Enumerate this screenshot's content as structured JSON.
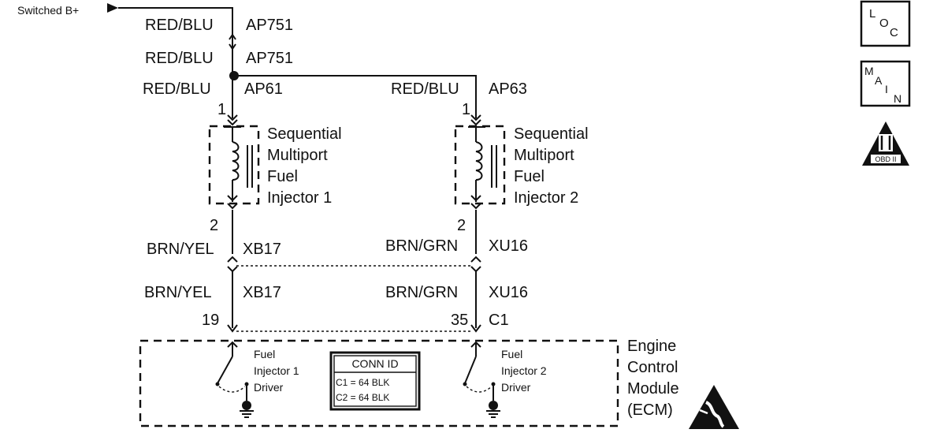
{
  "source": {
    "label": "Switched B+"
  },
  "wires": {
    "top_color": "RED/BLU",
    "top_circuit": "AP751",
    "top2_color": "RED/BLU",
    "top2_circuit": "AP751",
    "left_color": "RED/BLU",
    "left_circuit": "AP61",
    "right_color": "RED/BLU",
    "right_circuit": "AP63",
    "inj1_low_color": "BRN/YEL",
    "inj1_low_circuit": "XB17",
    "inj1_low2_color": "BRN/YEL",
    "inj1_low2_circuit": "XB17",
    "inj2_low_color": "BRN/GRN",
    "inj2_low_circuit": "XU16",
    "inj2_low2_color": "BRN/GRN",
    "inj2_low2_circuit": "XU16"
  },
  "pins": {
    "inj1_top": "1",
    "inj1_bottom": "2",
    "inj2_top": "1",
    "inj2_bottom": "2",
    "ecm_left": "19",
    "ecm_right": "35",
    "ecm_connector": "C1"
  },
  "injector1": {
    "lines": [
      "Sequential",
      "Multiport",
      "Fuel",
      "Injector 1"
    ]
  },
  "injector2": {
    "lines": [
      "Sequential",
      "Multiport",
      "Fuel",
      "Injector 2"
    ]
  },
  "ecm": {
    "lines": [
      "Engine",
      "Control",
      "Module",
      "(ECM)"
    ],
    "driver1": [
      "Fuel",
      "Injector 1",
      "Driver"
    ],
    "driver2": [
      "Fuel",
      "Injector 2",
      "Driver"
    ],
    "conn_id": {
      "title": "CONN ID",
      "rows": [
        "C1 = 64 BLK",
        "C2 = 64 BLK"
      ]
    }
  },
  "icons": {
    "loc": {
      "letters": [
        "L",
        "O",
        "C"
      ],
      "icon": "loc-icon"
    },
    "main": {
      "letters": [
        "M",
        "A",
        "I",
        "N"
      ],
      "icon": "main-icon"
    },
    "obd": {
      "label": "OBD II",
      "icon": "obd-ii-icon"
    },
    "esd": {
      "icon": "esd-warning-icon"
    }
  }
}
